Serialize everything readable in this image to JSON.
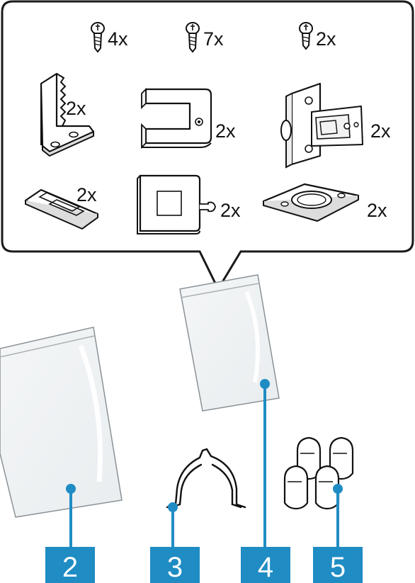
{
  "accent_color": "#1f8cc4",
  "quantities": {
    "screw_1": "4x",
    "screw_2": "7x",
    "screw_3": "2x",
    "angle_bracket": "2x",
    "frame_clip": "2x",
    "hinge": "2x",
    "slotted_plate": "2x",
    "square_block": "2x",
    "flange_plate": "2x"
  },
  "callouts": [
    {
      "id": "bag-large",
      "number": "2"
    },
    {
      "id": "wire-clip",
      "number": "3"
    },
    {
      "id": "bag-small",
      "number": "4"
    },
    {
      "id": "clips",
      "number": "5"
    }
  ]
}
